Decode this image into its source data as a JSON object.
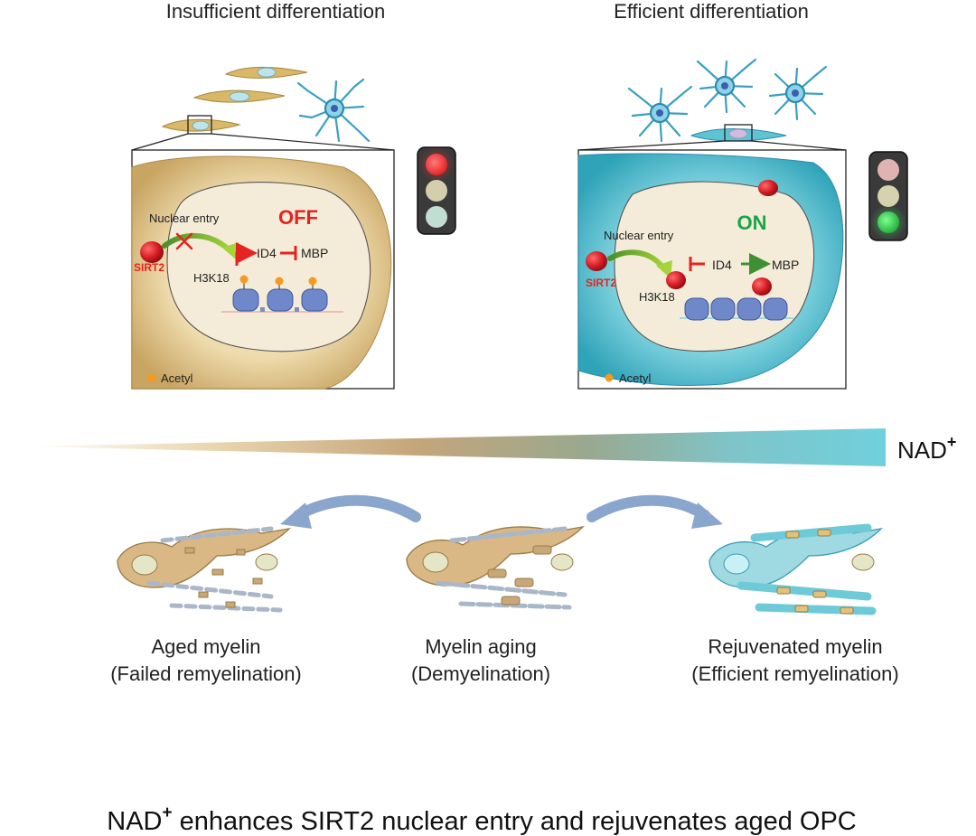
{
  "headings": {
    "left": "Insufficient differentiation",
    "right": "Efficient differentiation"
  },
  "left_panel": {
    "nuclear_entry": "Nuclear entry",
    "state": "OFF",
    "sirt2": "SIRT2",
    "id4": "ID4",
    "mbp": "MBP",
    "h3k18": "H3K18",
    "acetyl": "Acetyl"
  },
  "right_panel": {
    "nuclear_entry": "Nuclear entry",
    "state": "ON",
    "sirt2": "SIRT2",
    "id4": "ID4",
    "mbp": "MBP",
    "h3k18": "H3K18",
    "acetyl": "Acetyl"
  },
  "gradient": {
    "label": "NAD",
    "sup": "+"
  },
  "stages": {
    "aged": {
      "line1": "Aged myelin",
      "line2": "(Failed remyelination)"
    },
    "middle": {
      "line1": "Myelin aging",
      "line2": "(Demyelination)"
    },
    "rejuvenated": {
      "line1": "Rejuvenated myelin",
      "line2": "(Efficient remyelination)"
    }
  },
  "caption": {
    "nad": "NAD",
    "sup": "+",
    "rest": " enhances SIRT2 nuclear entry and rejuvenates aged OPC"
  },
  "colors": {
    "off_red": "#e52421",
    "on_green": "#1aa54a",
    "cytoplasm_left": "#e7cd95",
    "cytoplasm_right": "#5fc3d2",
    "nucleus": "#f4ecd8",
    "arrow_blue": "#8aa6cc",
    "sirt2_red": "#d41c24",
    "acetyl_orange": "#f29a21"
  }
}
